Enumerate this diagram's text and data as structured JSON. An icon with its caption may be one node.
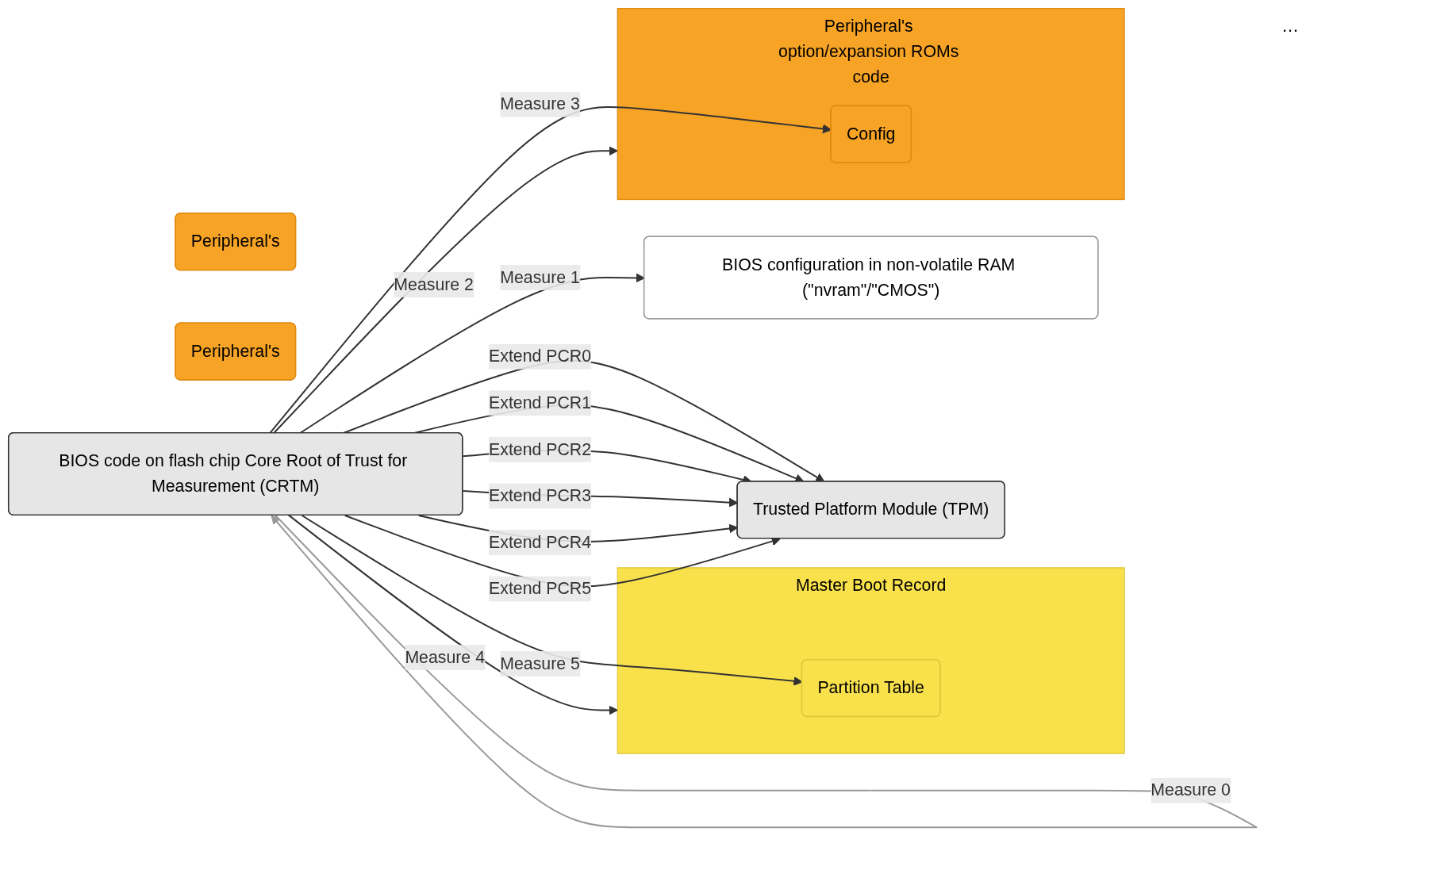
{
  "diagram": {
    "nodes": [
      {
        "text": [
          "Master Boot Record"
        ]
      },
      {
        "text": [
          "Partition Table"
        ],
        "in": 0
      },
      {
        "text": [
          "Peripheral's"
        ]
      },
      {
        "text": [
          "Peripheral's"
        ]
      },
      {
        "text": [
          "Peripheral's option/expansion ROMs code"
        ]
      },
      {
        "text": [
          "Config"
        ],
        "in": 4
      },
      {
        "text": [
          "BIOS code on flash chip Core Root of Trust for Measurement (CRTM)"
        ]
      },
      {
        "text": [
          "BIOS configuration in non-volatile RAM (\"nvram\"/\"CMOS\")"
        ]
      },
      {
        "text": [
          "Trusted Platform Module (TPM)"
        ]
      }
    ],
    "edges": [
      {
        "from": 6,
        "to": 6,
        "arrow": "to",
        "label": "Measure 0",
        "color": "#999999"
      },
      {
        "from": 6,
        "to": 7,
        "arrow": "to",
        "label": "Measure 1"
      },
      {
        "from": 6,
        "to": 4,
        "arrow": "to",
        "label": "Measure 2"
      },
      {
        "from": 6,
        "to": 5,
        "arrow": "to",
        "label": "Measure 3"
      },
      {
        "from": 6,
        "to": 0,
        "arrow": "to",
        "label": "Measure 4"
      },
      {
        "from": 6,
        "to": 1,
        "arrow": "to",
        "label": "Measure 5"
      },
      {
        "from": 6,
        "to": 8,
        "arrow": "to",
        "label": "Extend PCR0"
      },
      {
        "from": 6,
        "to": 8,
        "arrow": "to",
        "label": "Extend PCR1"
      },
      {
        "from": 6,
        "to": 8,
        "arrow": "to",
        "label": "Extend PCR2"
      },
      {
        "from": 6,
        "to": 8,
        "arrow": "to",
        "label": "Extend PCR3"
      },
      {
        "from": 6,
        "to": 8,
        "arrow": "to",
        "label": "Extend PCR4"
      },
      {
        "from": 6,
        "to": 8,
        "arrow": "to",
        "label": "Extend PCR5"
      }
    ],
    "labels": [
      "…"
    ]
  }
}
